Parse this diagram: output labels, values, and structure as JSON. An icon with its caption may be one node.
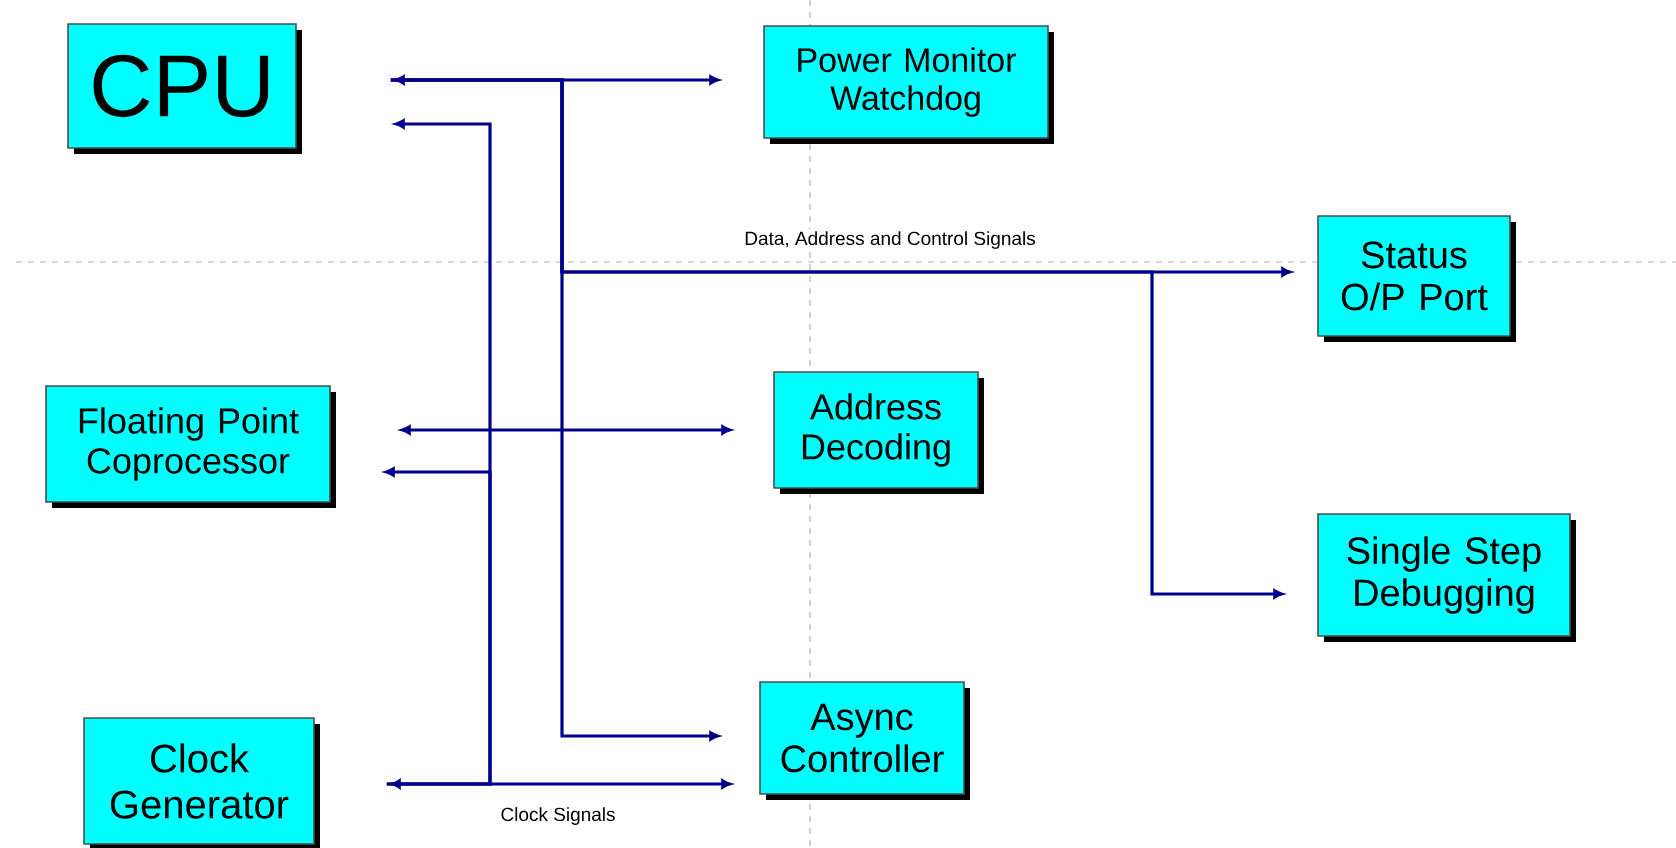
{
  "diagram": {
    "nodes": [
      {
        "text": [
          "CPU"
        ]
      },
      {
        "text": [
          "Power Monitor Watchdog"
        ]
      },
      {
        "text": [
          "Status O/P Port"
        ]
      },
      {
        "text": [
          "Floating Point Coprocessor"
        ]
      },
      {
        "text": [
          "Address Decoding"
        ]
      },
      {
        "text": [
          "Single Step Debugging"
        ]
      },
      {
        "text": [
          "Clock Generator"
        ]
      },
      {
        "text": [
          "Async Controller"
        ]
      }
    ],
    "edges": [
      {
        "from": 0,
        "to": 1,
        "arrow": "both"
      },
      {
        "from": 0,
        "to": 2,
        "arrow": "to",
        "label": "Data, Address and Control Signals"
      },
      {
        "from": 0,
        "to": 5,
        "arrow": "to"
      },
      {
        "from": 0,
        "to": 7,
        "arrow": "to"
      },
      {
        "from": 3,
        "to": 4,
        "arrow": "both"
      },
      {
        "from": 6,
        "to": 0,
        "arrow": "to"
      },
      {
        "from": 6,
        "to": 3,
        "arrow": "to"
      },
      {
        "from": 6,
        "to": 7,
        "arrow": "both",
        "label": "Clock Signals"
      }
    ]
  }
}
